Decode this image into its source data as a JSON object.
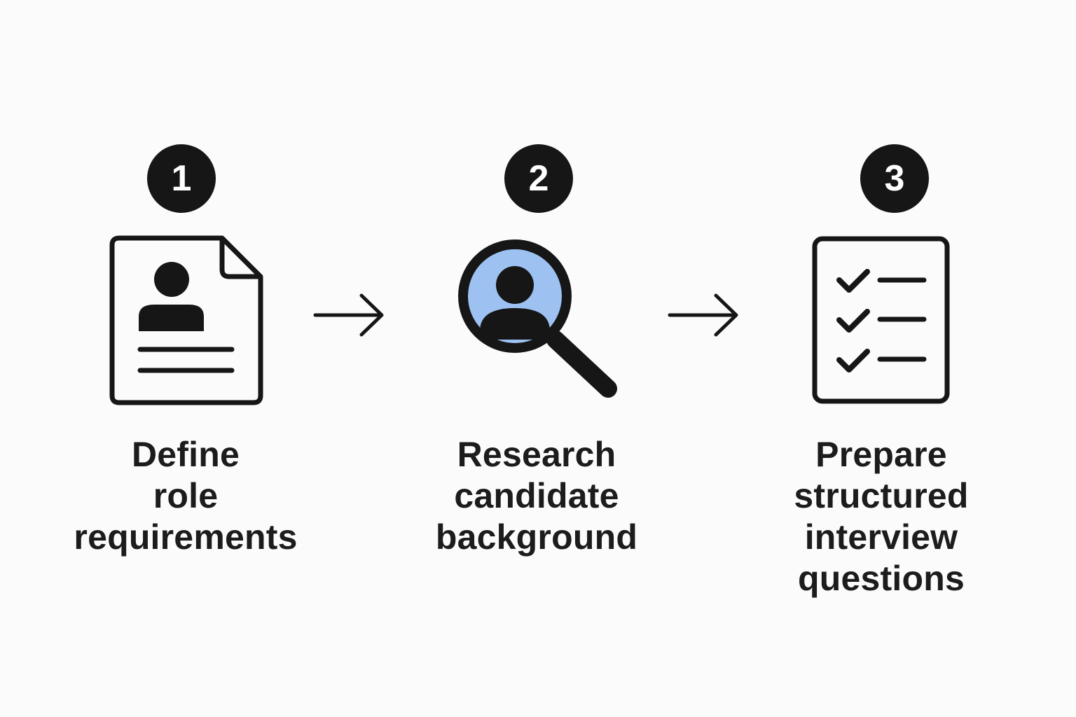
{
  "colors": {
    "background": "#fbfbfb",
    "ink": "#161616",
    "accent": "#9dc2f2"
  },
  "steps": [
    {
      "number": "1",
      "icon": "resume-document-icon",
      "label_lines": [
        "Define",
        "role",
        "requirements"
      ]
    },
    {
      "number": "2",
      "icon": "search-person-icon",
      "label_lines": [
        "Research",
        "candidate",
        "background"
      ]
    },
    {
      "number": "3",
      "icon": "checklist-icon",
      "label_lines": [
        "Prepare",
        "structured",
        "interview",
        "questions"
      ]
    }
  ],
  "connectors": [
    "arrow-right-icon",
    "arrow-right-icon"
  ]
}
